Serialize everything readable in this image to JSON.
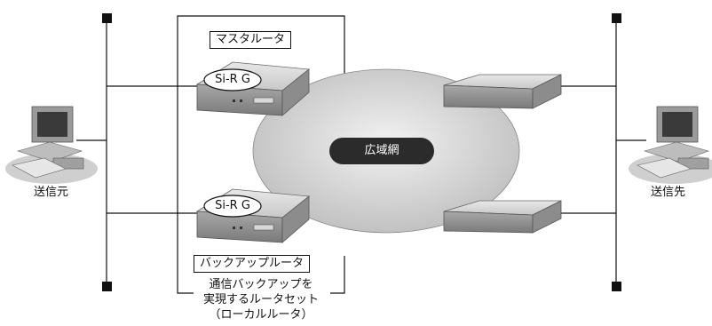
{
  "labels": {
    "source": "送信元",
    "destination": "送信先",
    "master_router": "マスタルータ",
    "backup_router": "バックアップルータ",
    "router_model_top": "Si-R G",
    "router_model_bottom": "Si-R G",
    "wan": "広域網",
    "set_caption_1": "通信バックアップを",
    "set_caption_2": "実現するルータセット",
    "set_caption_3": "（ローカルルータ）"
  },
  "colors": {
    "line": "#111111",
    "cloud": "#d4d4d4",
    "router_body": "#9a9a9a",
    "wan_label_bg": "#2b2b2b"
  }
}
